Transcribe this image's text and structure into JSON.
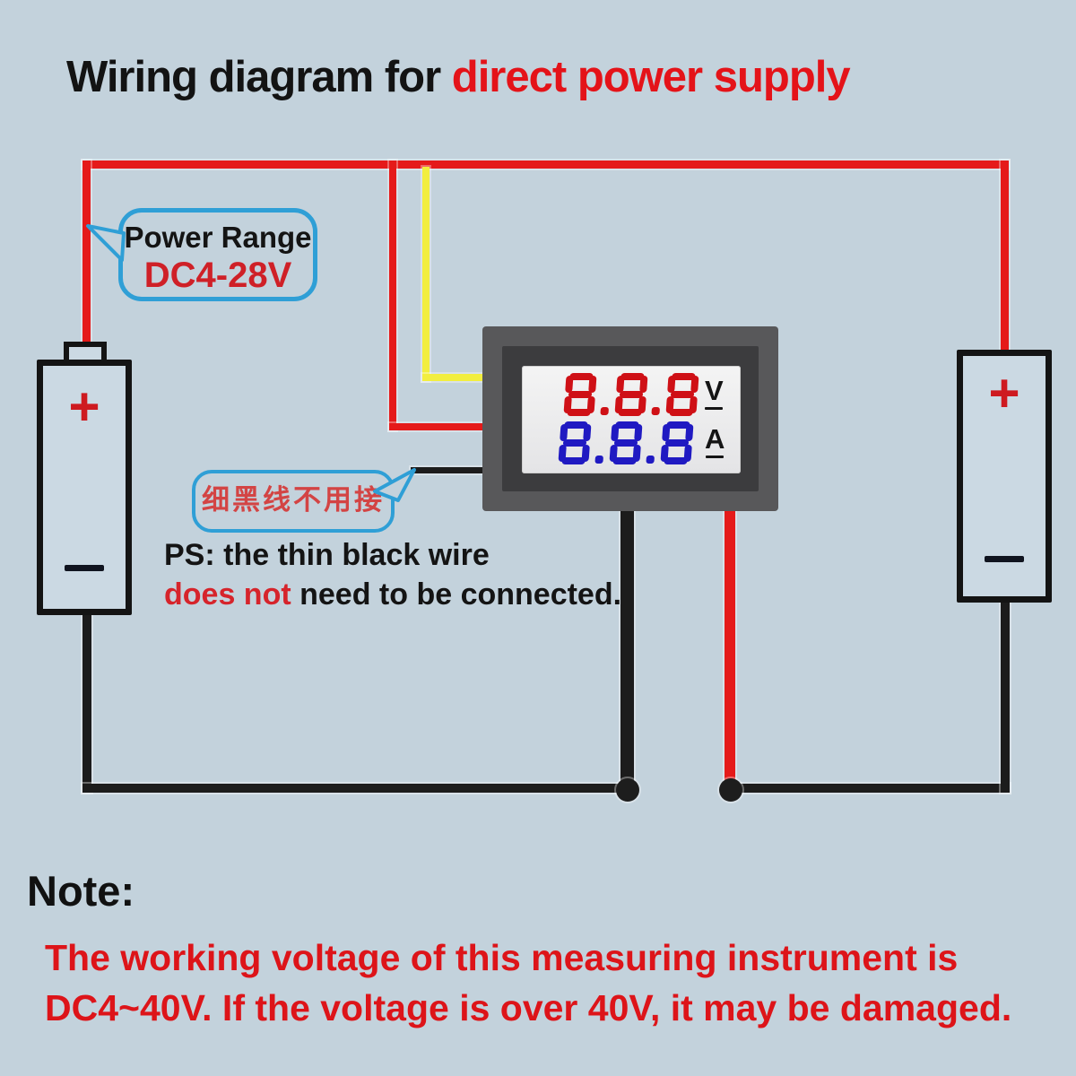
{
  "title": {
    "prefix": "Wiring diagram for ",
    "highlight": "direct power supply"
  },
  "power_range_bubble": {
    "label": "Power Range",
    "range": "DC4-28V"
  },
  "meter": {
    "volt_value": "8.8.8",
    "volt_unit": "V",
    "amp_value": "8.8.8",
    "amp_unit": "A"
  },
  "thin_wire_bubble": {
    "text": "细黑线不用接"
  },
  "ps_note": {
    "line1": "PS: the thin black wire",
    "emphasis": "does not",
    "line2_rest": " need to be connected."
  },
  "batteries": {
    "left": {
      "positive": "+"
    },
    "right": {
      "positive": "+"
    }
  },
  "note": {
    "label": "Note:",
    "line1": "The working voltage of this measuring instrument is",
    "line2": "DC4~40V. If the voltage is over 40V, it may be damaged."
  },
  "colors": {
    "background": "#c3d2dc",
    "wire_red": "#e51a1a",
    "wire_yellow": "#f2ee3f",
    "wire_black": "#1c1c1c",
    "bubble_border": "#2f9fd6",
    "digit_red": "#cf1016",
    "digit_blue": "#201ac2",
    "accent_red": "#dd1419",
    "meter_frame": "#58585a"
  }
}
